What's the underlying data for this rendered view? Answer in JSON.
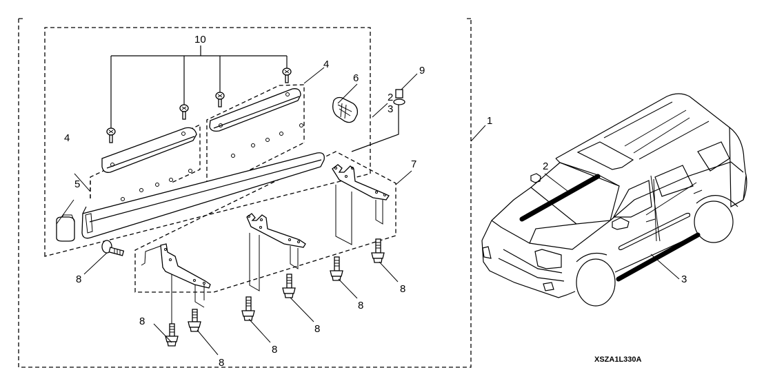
{
  "diagram": {
    "type": "exploded parts diagram",
    "subject": "Running board kit",
    "reference_code": "XSZA1L330A",
    "callouts": [
      {
        "id": "1",
        "label": "1",
        "part": "running board kit (overall)"
      },
      {
        "id": "2",
        "label": "2",
        "part": "running board (left side)"
      },
      {
        "id": "3",
        "label": "3",
        "part": "running board (right side)"
      },
      {
        "id": "4a",
        "label": "4",
        "part": "step pad"
      },
      {
        "id": "4b",
        "label": "4",
        "part": "step pad"
      },
      {
        "id": "5",
        "label": "5",
        "part": "end cap"
      },
      {
        "id": "6",
        "label": "6",
        "part": "end cap"
      },
      {
        "id": "7",
        "label": "7",
        "part": "mounting bracket set"
      },
      {
        "id": "8a",
        "label": "8",
        "part": "flange bolt"
      },
      {
        "id": "8b",
        "label": "8",
        "part": "flange bolt"
      },
      {
        "id": "8c",
        "label": "8",
        "part": "flange bolt"
      },
      {
        "id": "8d",
        "label": "8",
        "part": "flange bolt"
      },
      {
        "id": "8e",
        "label": "8",
        "part": "flange bolt"
      },
      {
        "id": "8f",
        "label": "8",
        "part": "flange bolt"
      },
      {
        "id": "8g",
        "label": "8",
        "part": "flange bolt"
      },
      {
        "id": "9",
        "label": "9",
        "part": "nut"
      },
      {
        "id": "10",
        "label": "10",
        "part": "screw"
      }
    ],
    "vehicle_callouts": [
      {
        "label": "2"
      },
      {
        "label": "3"
      }
    ]
  }
}
